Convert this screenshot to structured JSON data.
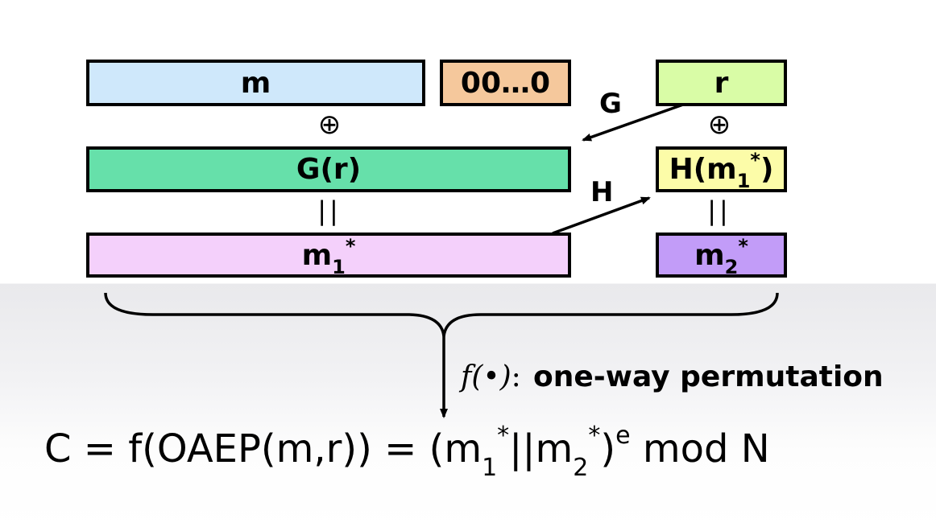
{
  "colors": {
    "m": "#cfe8fb",
    "zeros": "#f5c89c",
    "r": "#d9fca6",
    "gr": "#66e0aa",
    "hm": "#fcfca8",
    "m1": "#f4d0fb",
    "m2": "#c29cf8"
  },
  "boxes": {
    "m": "m",
    "zeros": "00…0",
    "r": "r",
    "gr": "G(r)",
    "hm_main": "H(m",
    "hm_sub": "1",
    "hm_sup": "*",
    "hm_close": ")",
    "m1_main": "m",
    "m1_sub": "1",
    "m1_sup": "*",
    "m2_main": "m",
    "m2_sub": "2",
    "m2_sup": "*"
  },
  "operators": {
    "xor_left": "⊕",
    "xor_right": "⊕",
    "concat_left": "||",
    "concat_right": "||"
  },
  "arrows": {
    "g_label": "G",
    "h_label": "H"
  },
  "permutation": {
    "function": "f(•)",
    "colon": ":",
    "label": "one-way permutation"
  },
  "formula": {
    "part1": "C = f(OAEP(m,r)) = (m",
    "sub1": "1",
    "sup1": "*",
    "mid": "||m",
    "sub2": "2",
    "sup2": "*",
    "close": ")",
    "exp": "e",
    "tail": " mod N"
  }
}
